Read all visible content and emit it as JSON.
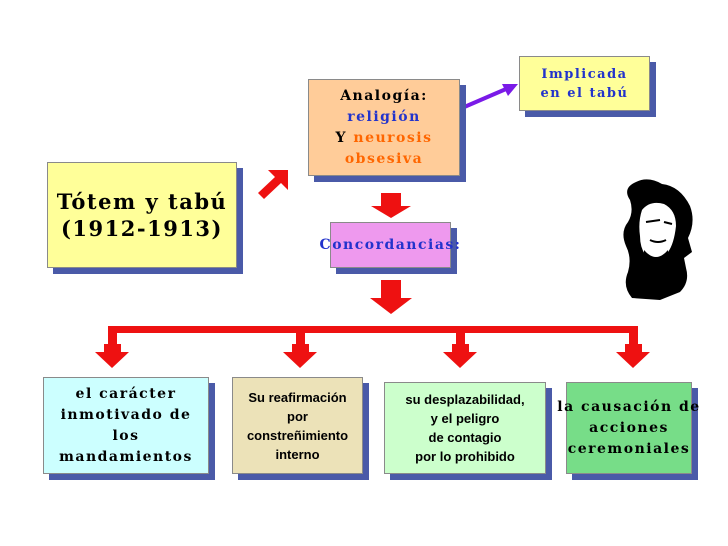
{
  "title_box": {
    "line1": "Tótem y tabú",
    "line2": "(1912-1913)"
  },
  "analogia": {
    "label": "Analogía:",
    "word1": "religión",
    "y": "Y",
    "word2": "neurosis",
    "word3": "obsesiva"
  },
  "implicada": {
    "line1": "Implicada",
    "line2": "en el tabú"
  },
  "concordancias": {
    "label": "Concordancias:"
  },
  "items": [
    {
      "lines": [
        "el carácter",
        "inmotivado de los",
        "mandamientos"
      ]
    },
    {
      "lines": [
        "Su reafirmación",
        "por",
        "constreñimiento",
        "interno"
      ]
    },
    {
      "lines": [
        "su desplazabilidad,",
        "y el peligro",
        "de contagio",
        "por lo prohibido"
      ]
    },
    {
      "lines": [
        "la causación de",
        "acciones",
        "ceremoniales"
      ]
    }
  ],
  "colors": {
    "title_bg": "#ffff99",
    "analogia_bg": "#ffcc99",
    "implicada_bg": "#ffff99",
    "concordancias_bg": "#ee99ee",
    "item1_bg": "#ccffff",
    "item2_bg": "#ece2b8",
    "item3_bg": "#ccffcc",
    "item4_bg": "#77dd88",
    "red": "#ee1111",
    "link": "#7a1ae8",
    "shadow": "#4a5aa8",
    "accent_blue": "#2233cc",
    "accent_orange": "#ff6600"
  },
  "portrait": {
    "icon": "freud-portrait-icon"
  }
}
